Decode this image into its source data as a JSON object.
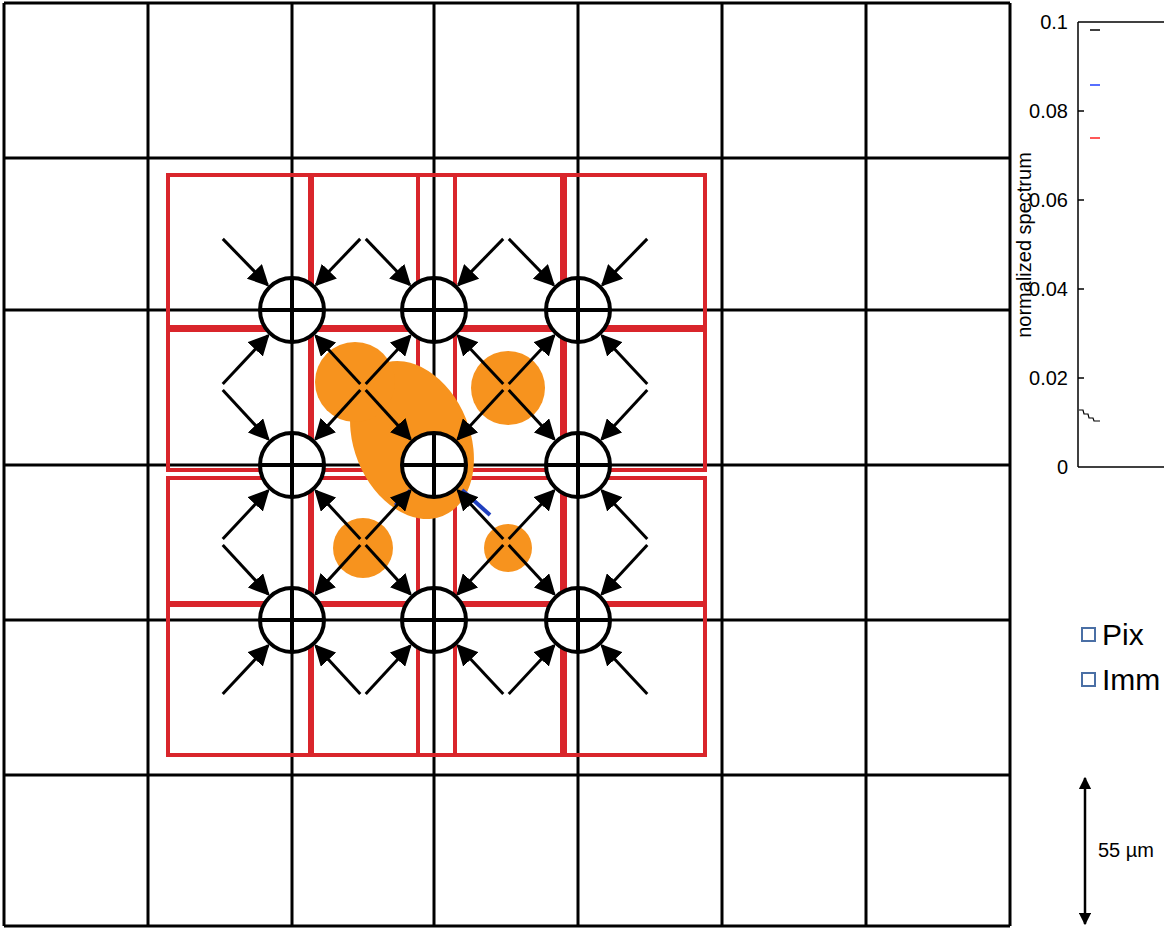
{
  "diagram": {
    "labels": [
      "0.1",
      "0.08",
      "0.06",
      "0.04",
      "0.02",
      "0",
      "normalized spectrum",
      "Pix",
      "Imm",
      "55 µm"
    ]
  }
}
